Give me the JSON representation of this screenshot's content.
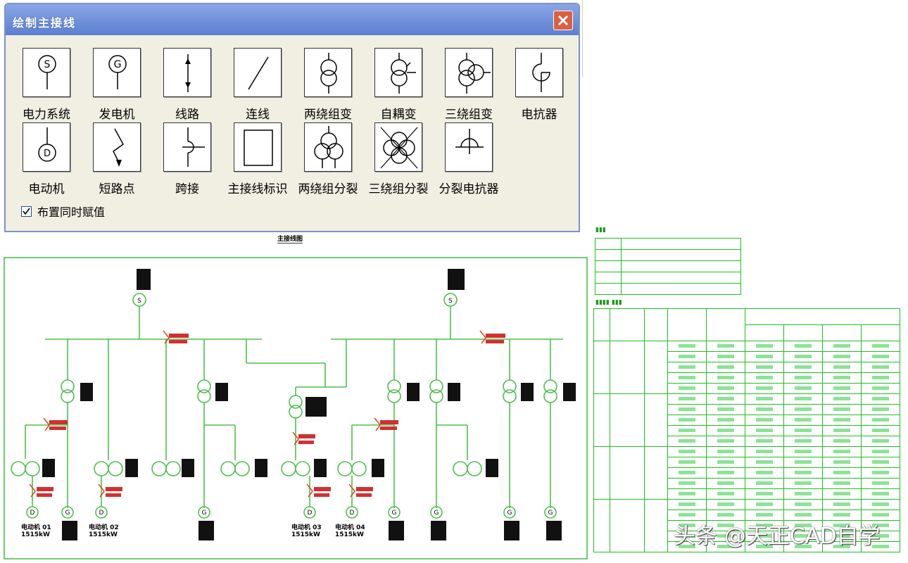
{
  "dialog": {
    "title": "绘制主接线",
    "tools_row1": [
      {
        "label": "电力系统",
        "icon": "power-system-icon"
      },
      {
        "label": "发电机",
        "icon": "generator-icon"
      },
      {
        "label": "线路",
        "icon": "line-icon"
      },
      {
        "label": "连线",
        "icon": "connect-line-icon"
      },
      {
        "label": "两绕组变",
        "icon": "two-winding-transformer-icon"
      },
      {
        "label": "自耦变",
        "icon": "auto-transformer-icon"
      },
      {
        "label": "三绕组变",
        "icon": "three-winding-transformer-icon"
      },
      {
        "label": "电抗器",
        "icon": "reactor-icon"
      }
    ],
    "tools_row2": [
      {
        "label": "电动机",
        "icon": "motor-icon"
      },
      {
        "label": "短路点",
        "icon": "short-circuit-point-icon"
      },
      {
        "label": "跨接",
        "icon": "crossover-icon"
      },
      {
        "label": "主接线标识",
        "icon": "main-wiring-label-icon"
      },
      {
        "label": "两绕组分裂",
        "icon": "two-winding-split-icon"
      },
      {
        "label": "三绕组分裂",
        "icon": "three-winding-split-icon"
      },
      {
        "label": "分裂电抗器",
        "icon": "split-reactor-icon"
      }
    ],
    "checkbox_label": "布置同时赋值",
    "checkbox_checked": true
  },
  "drawing": {
    "motor_labels": [
      {
        "name": "电动机 01",
        "value": "1515kW"
      },
      {
        "name": "电动机 02",
        "value": "1515kW"
      },
      {
        "name": "电动机 03",
        "value": "1515kW"
      },
      {
        "name": "电动机 04",
        "value": "1515kW"
      }
    ]
  },
  "watermark": "头条 @天正CAD自学",
  "colors": {
    "drawing_green": "#4cc04c",
    "table_green": "#1fbf1f",
    "titlebar": "#6d8fd9",
    "close": "#d9613f"
  }
}
